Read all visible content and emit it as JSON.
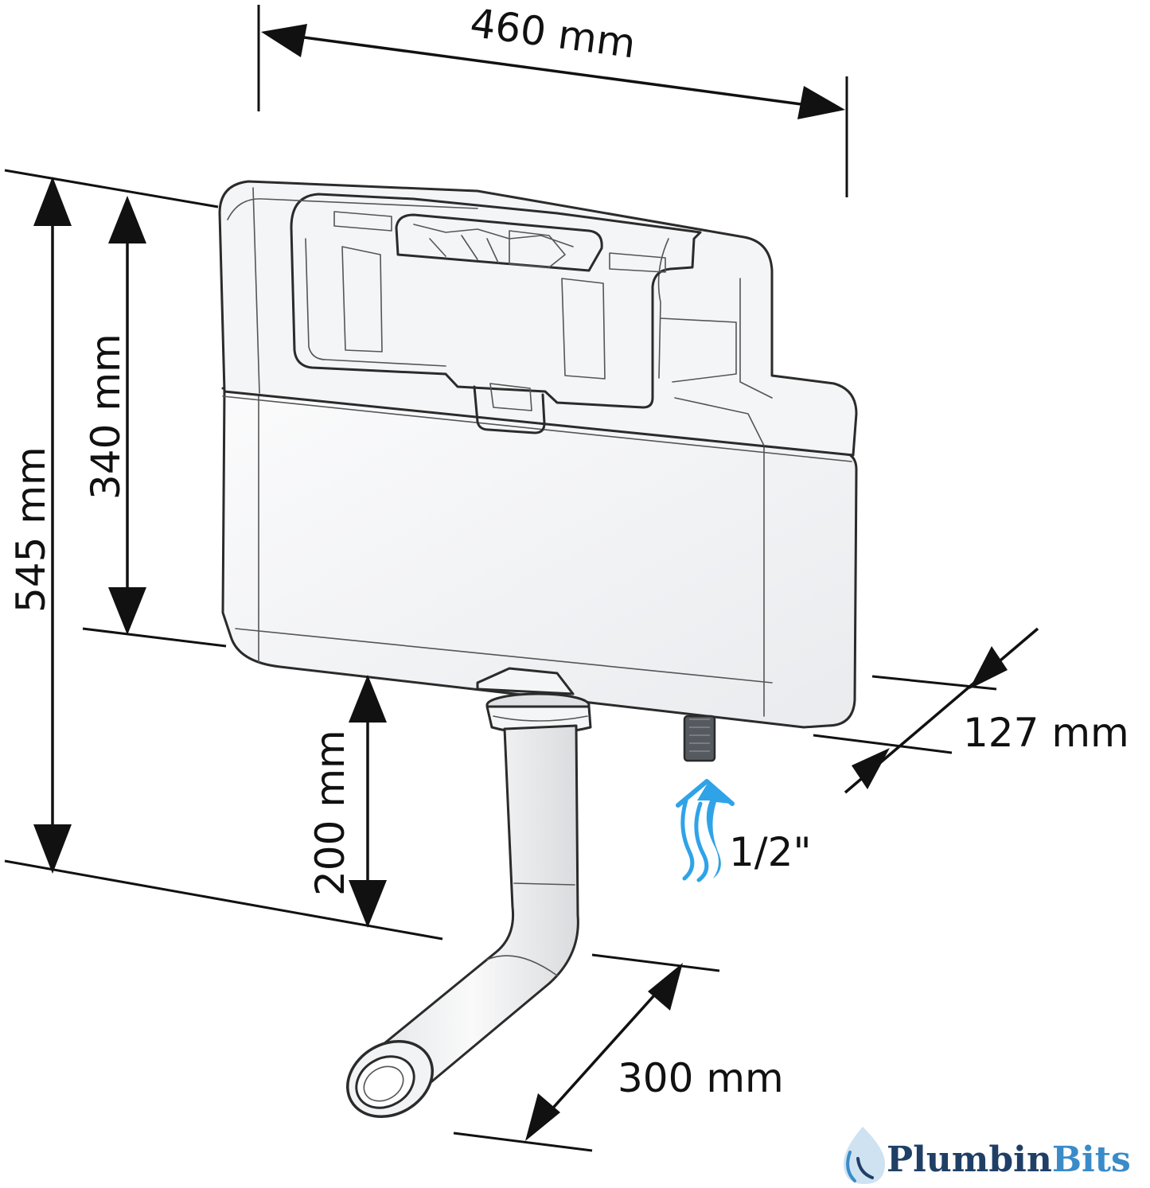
{
  "dimensions": {
    "width_460": "460 mm",
    "height_545": "545 mm",
    "height_340": "340 mm",
    "depth_127": "127 mm",
    "pipe_200": "200 mm",
    "pipe_300": "300 mm",
    "inlet": "1/2\""
  },
  "brand": {
    "name_part1": "Plumbin",
    "name_part2": "Bits"
  },
  "colors": {
    "water_arrow": "#2fa3e8",
    "brand_dark": "#1f3f66",
    "brand_light": "#3a8bc8",
    "line": "#111111"
  },
  "icons": {
    "water_inlet": "water-flow-arrow-icon",
    "brand_logo": "water-drop-icon"
  }
}
